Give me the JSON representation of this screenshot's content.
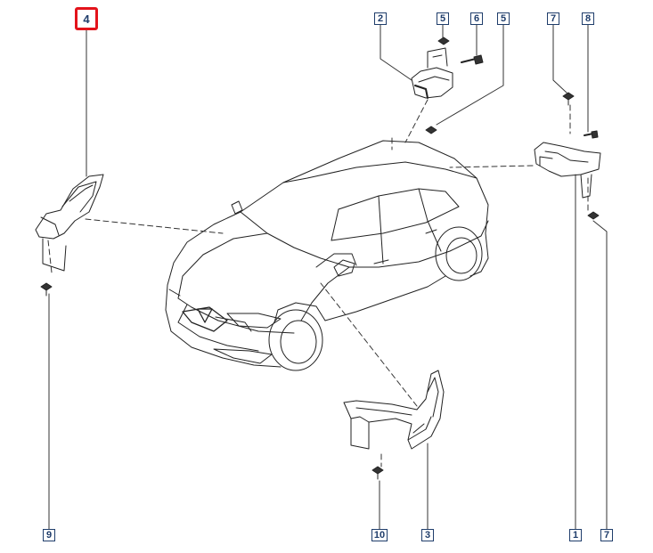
{
  "diagram": {
    "callouts": [
      {
        "id": "c4-top",
        "label": "4",
        "highlighted": true
      },
      {
        "id": "c2",
        "label": "2"
      },
      {
        "id": "c5a",
        "label": "5"
      },
      {
        "id": "c6",
        "label": "6"
      },
      {
        "id": "c5b",
        "label": "5"
      },
      {
        "id": "c7-top",
        "label": "7"
      },
      {
        "id": "c8",
        "label": "8"
      },
      {
        "id": "c9",
        "label": "9"
      },
      {
        "id": "c10",
        "label": "10"
      },
      {
        "id": "c3",
        "label": "3"
      },
      {
        "id": "c1",
        "label": "1"
      },
      {
        "id": "c7-bottom",
        "label": "7"
      }
    ],
    "colors": {
      "highlight": "#e3131b",
      "callout": "#1f3d6b",
      "line": "#222222"
    }
  }
}
